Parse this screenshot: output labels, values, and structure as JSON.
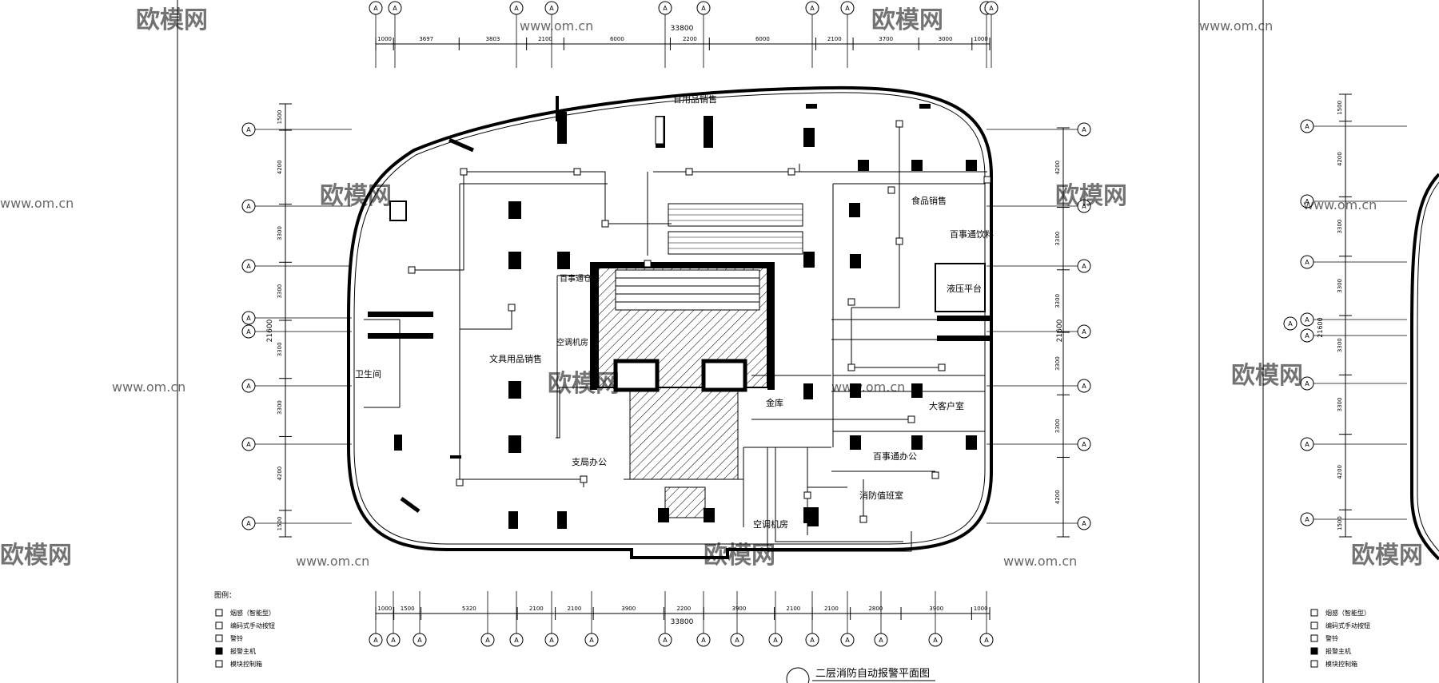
{
  "plan": {
    "title": "二层消防自动报警平面图",
    "axis_bubble_label": "A",
    "overall_dimension": "33800",
    "top_dimensions": [
      "1000",
      "3697",
      "3803",
      "2100",
      "6000",
      "2200",
      "6000",
      "2100",
      "3700",
      "3000",
      "1000"
    ],
    "bottom_dimensions": [
      "1000",
      "1500",
      "5320",
      "2100",
      "2100",
      "3900",
      "2200",
      "3900",
      "2100",
      "2100",
      "2800",
      "3900",
      "1000"
    ],
    "left_dimensions": [
      "1500",
      "4200",
      "3300",
      "3300",
      "3300",
      "3300",
      "4200",
      "1500"
    ],
    "left_total": "21600",
    "right_dimensions": [
      "4200",
      "3300",
      "3300",
      "3300",
      "3300",
      "4200"
    ],
    "right_total": "21600",
    "rooms": {
      "daily_goods": "日用品销售",
      "food_sales": "食品销售",
      "bsd_drinks": "百事通饮料",
      "hydraulic_platform": "液压平台",
      "bsd_warehouse": "百事通仓库",
      "ac_room_1": "空调机房",
      "stationery_sales": "文具用品销售",
      "toilet": "卫生间",
      "vault": "金库",
      "vip_room": "大客户室",
      "bsd_office": "百事通办公",
      "branch_office": "支局办公",
      "fire_duty_room": "消防值班室",
      "ac_room_2": "空调机房"
    }
  },
  "legend": {
    "title": "图例：",
    "items": [
      {
        "symbol": "S",
        "text": "烟感（智能型）"
      },
      {
        "symbol": "M",
        "text": "编码式手动按钮"
      },
      {
        "symbol": "bell",
        "text": "警铃"
      },
      {
        "symbol": "host",
        "text": "报警主机"
      },
      {
        "symbol": "box",
        "text": "模块控制箱"
      }
    ]
  },
  "right_panel": {
    "dims": [
      "1500",
      "4200",
      "3300",
      "3300",
      "3300",
      "3300",
      "4200",
      "1500"
    ],
    "total": "21600",
    "legend_items": [
      {
        "symbol": "S",
        "text": "烟感（智能型）"
      },
      {
        "symbol": "M",
        "text": "编码式手动按钮"
      },
      {
        "symbol": "bell",
        "text": "警铃"
      },
      {
        "symbol": "host",
        "text": "报警主机"
      },
      {
        "symbol": "box",
        "text": "模块控制箱"
      }
    ]
  },
  "watermark": {
    "brand": "欧模网",
    "url": "www.om.cn"
  }
}
